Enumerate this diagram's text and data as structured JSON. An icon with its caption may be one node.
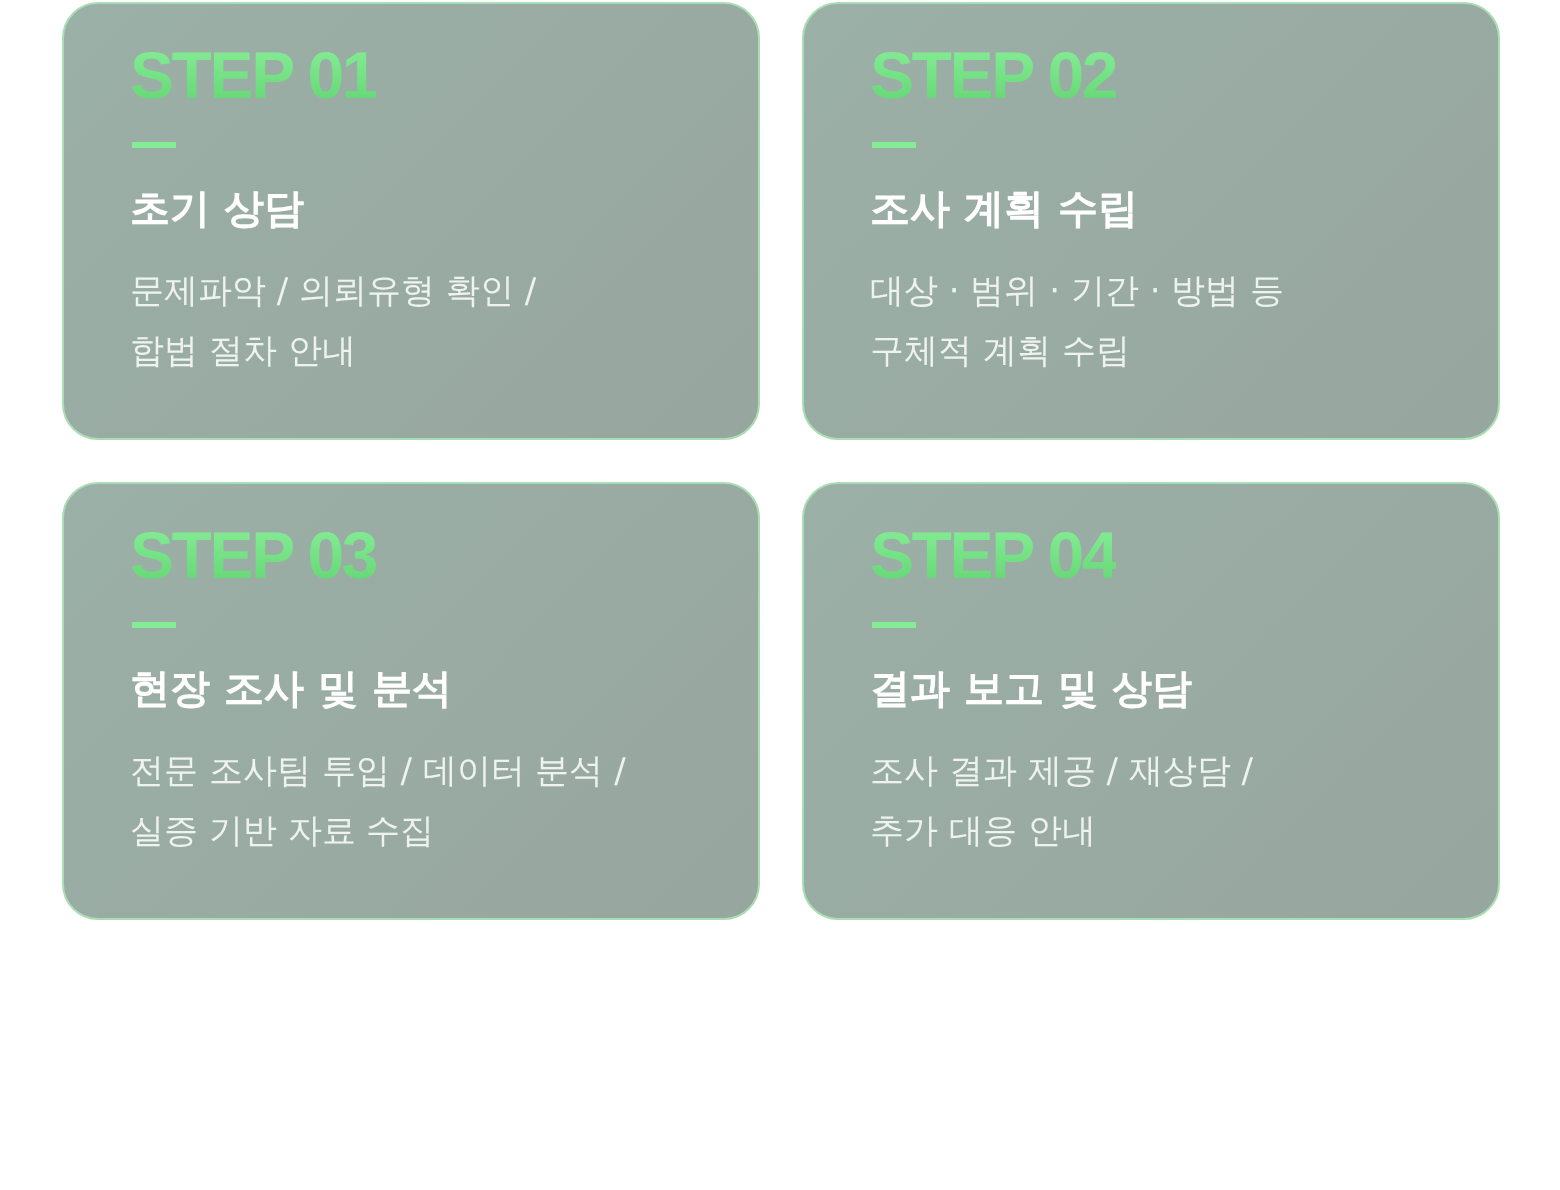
{
  "diagram": {
    "nodes": [
      {
        "text": [
          "STEP 01",
          "초기 상담",
          "문제파악 / 의뢰유형 확인 / 합법 절차 안내"
        ]
      },
      {
        "text": [
          "STEP 02",
          "조사 계획 수립",
          "대상 · 범위 · 기간 · 방법 등 구체적 계획 수립"
        ]
      },
      {
        "text": [
          "STEP 03",
          "현장 조사 및 분석",
          "전문 조사팀 투입 / 데이터 분석 / 실증 기반 자료 수집"
        ]
      },
      {
        "text": [
          "STEP 04",
          "결과 보고 및 상담",
          "조사 결과 제공 / 재상담 / 추가 대응 안내"
        ]
      }
    ]
  }
}
